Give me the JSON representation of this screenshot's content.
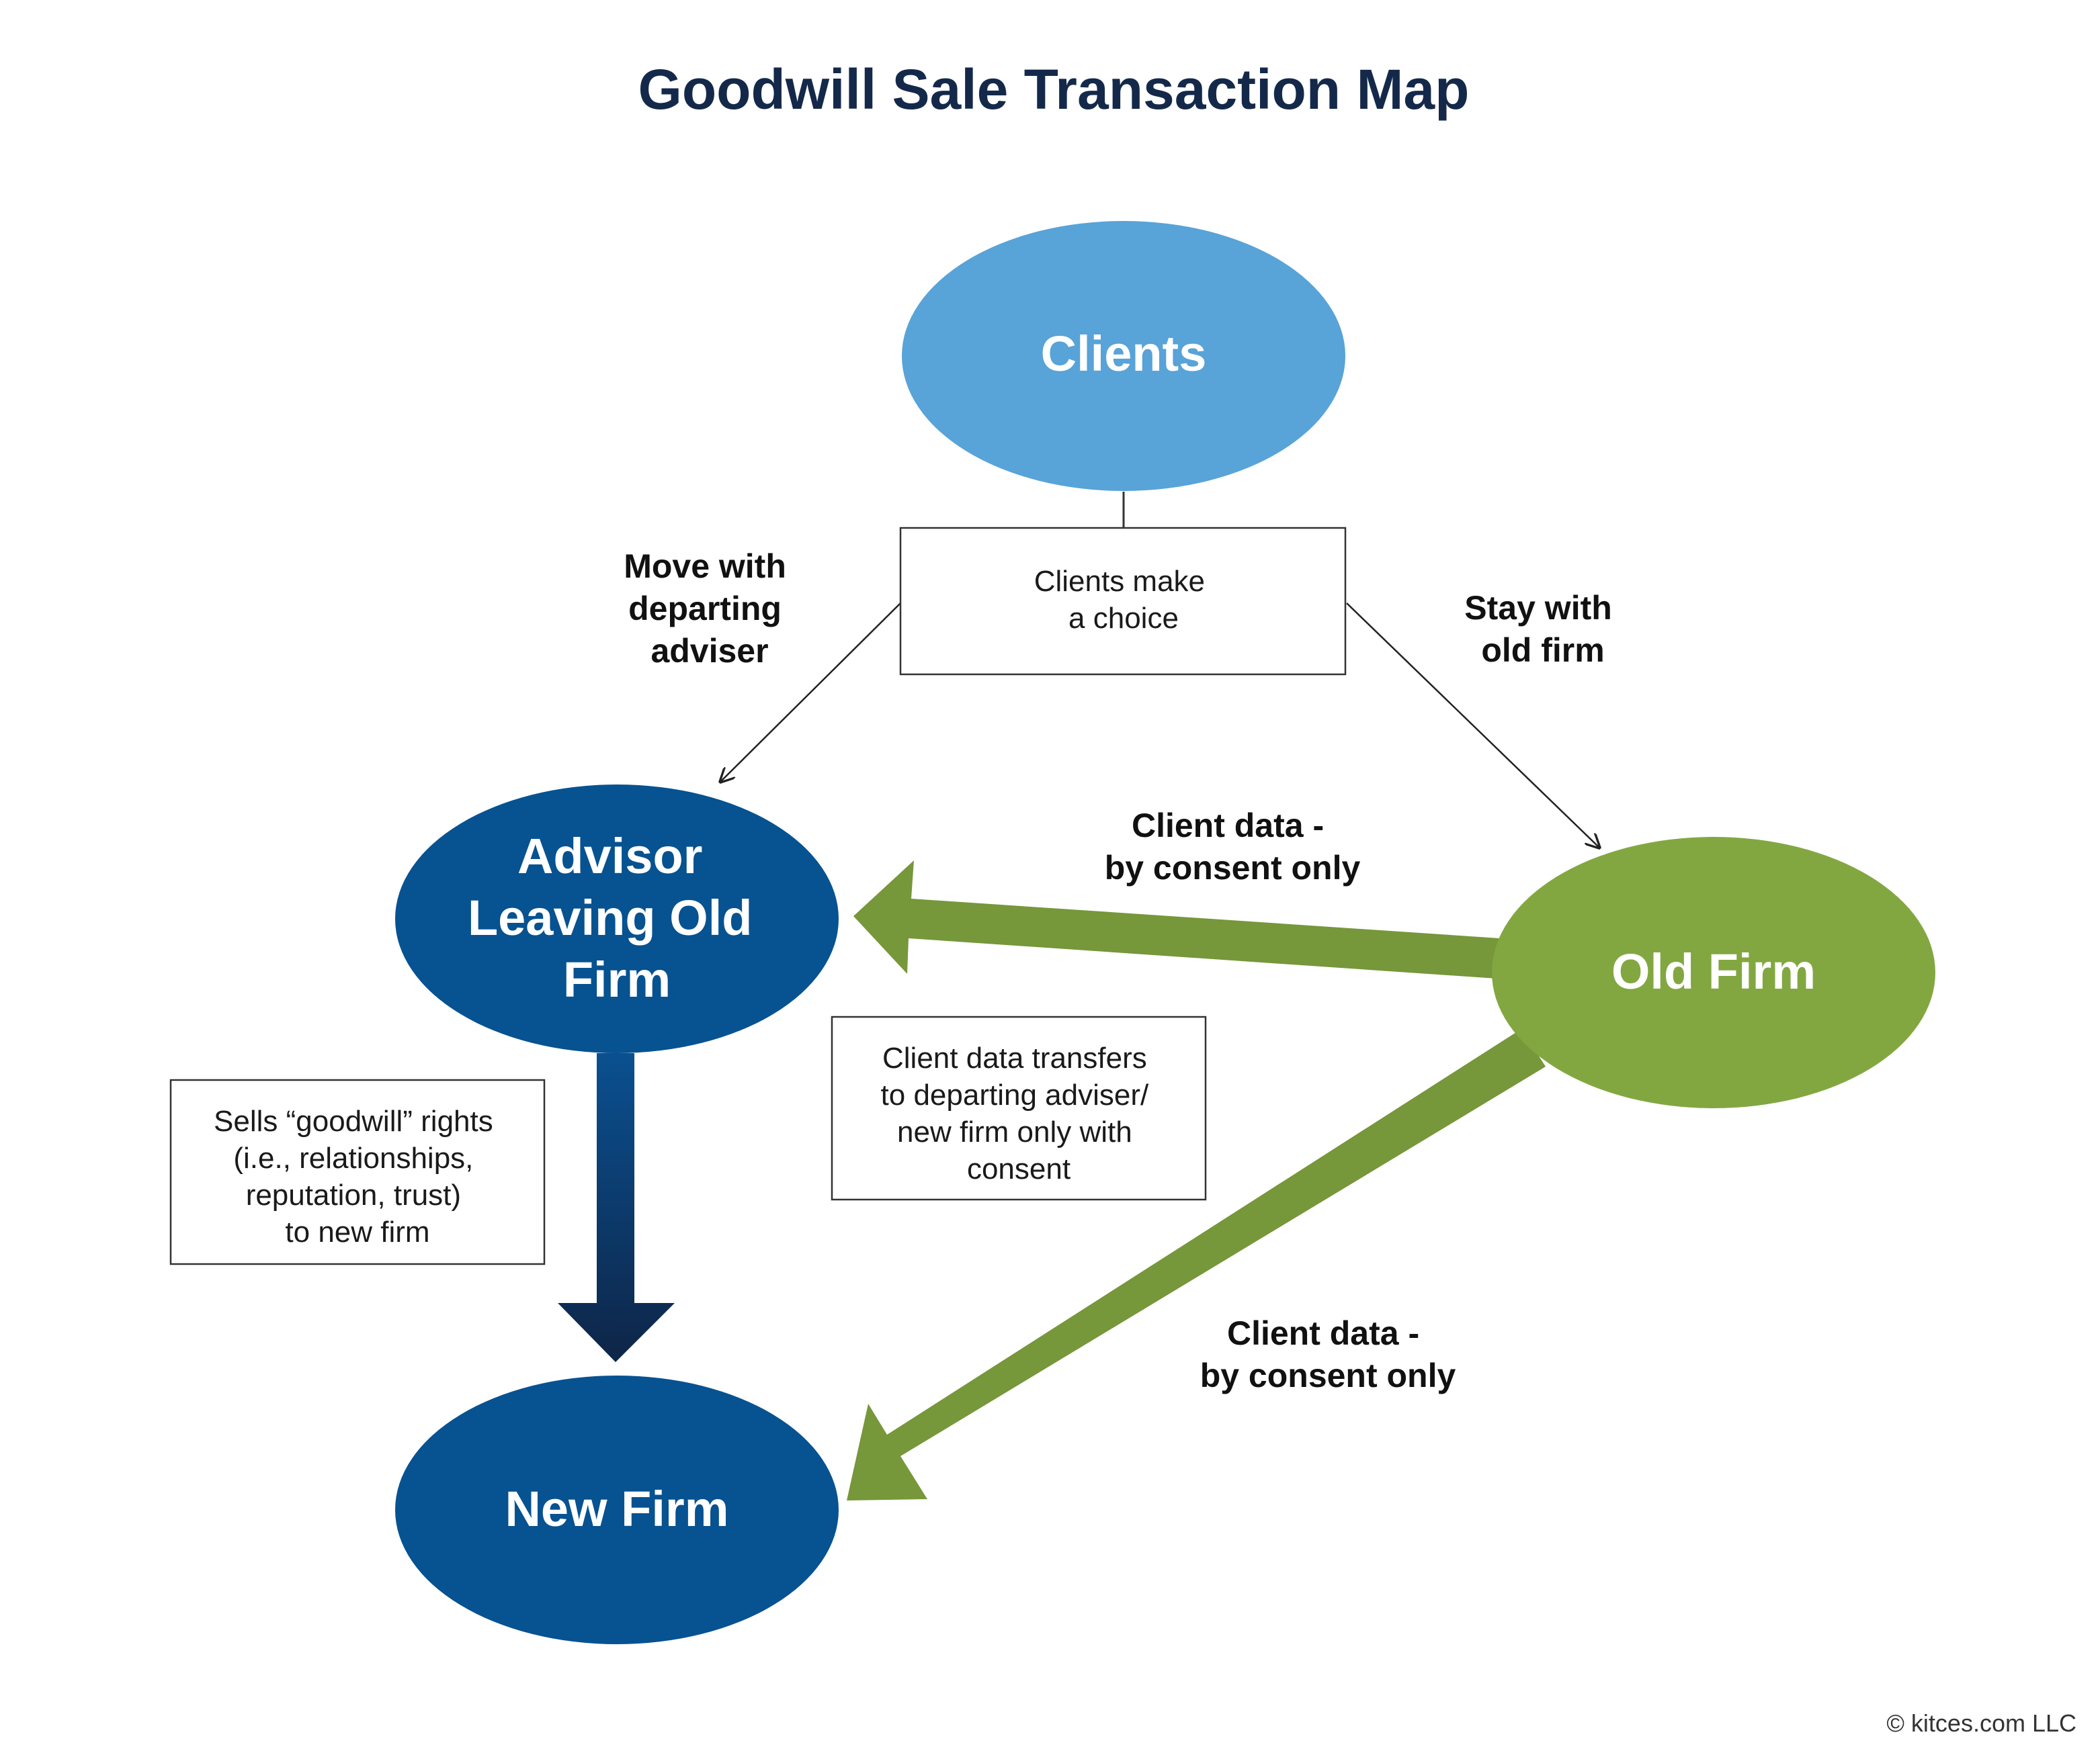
{
  "title": "Goodwill Sale Transaction Map",
  "colors": {
    "title": "#14294a",
    "clients_node": "#58a3d8",
    "dark_blue_node": "#075291",
    "green_node": "#82a741",
    "green_arrow": "#76973a",
    "goodwill_arrow_top": "#0a5090",
    "goodwill_arrow_bottom": "#0e2547"
  },
  "nodes": {
    "clients": "Clients",
    "advisor": [
      "Advisor",
      "Leaving Old",
      "Firm"
    ],
    "old_firm": "Old Firm",
    "new_firm": "New Firm"
  },
  "boxes": {
    "choice": [
      "Clients make",
      "a choice"
    ],
    "transfer": [
      "Client data transfers",
      "to departing adviser/",
      "new firm only with",
      "consent"
    ],
    "goodwill": [
      "Sells “goodwill” rights",
      "(i.e., relationships,",
      "reputation, trust)",
      "to new firm"
    ]
  },
  "edge_labels": {
    "move": [
      "Move with",
      "departing",
      "adviser"
    ],
    "stay": [
      "Stay with",
      "old firm"
    ],
    "consent_top": [
      "Client data -",
      "by consent only"
    ],
    "consent_bottom": [
      "Client data -",
      "by consent only"
    ]
  },
  "credit": "© kitces.com LLC"
}
